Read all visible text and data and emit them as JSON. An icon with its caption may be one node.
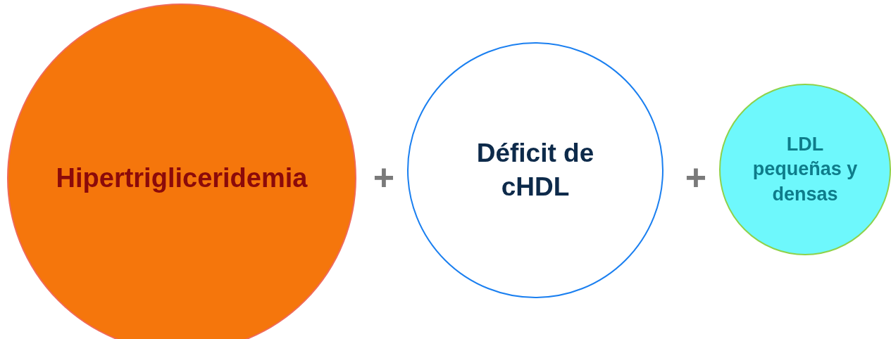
{
  "diagram": {
    "nodes": [
      {
        "text": [
          "Hipertrigliceridemia"
        ]
      },
      {
        "text": [
          "Déficit de cHDL"
        ]
      },
      {
        "text": [
          "LDL pequeñas y densas"
        ]
      }
    ],
    "labels": [
      "+",
      "+"
    ]
  }
}
